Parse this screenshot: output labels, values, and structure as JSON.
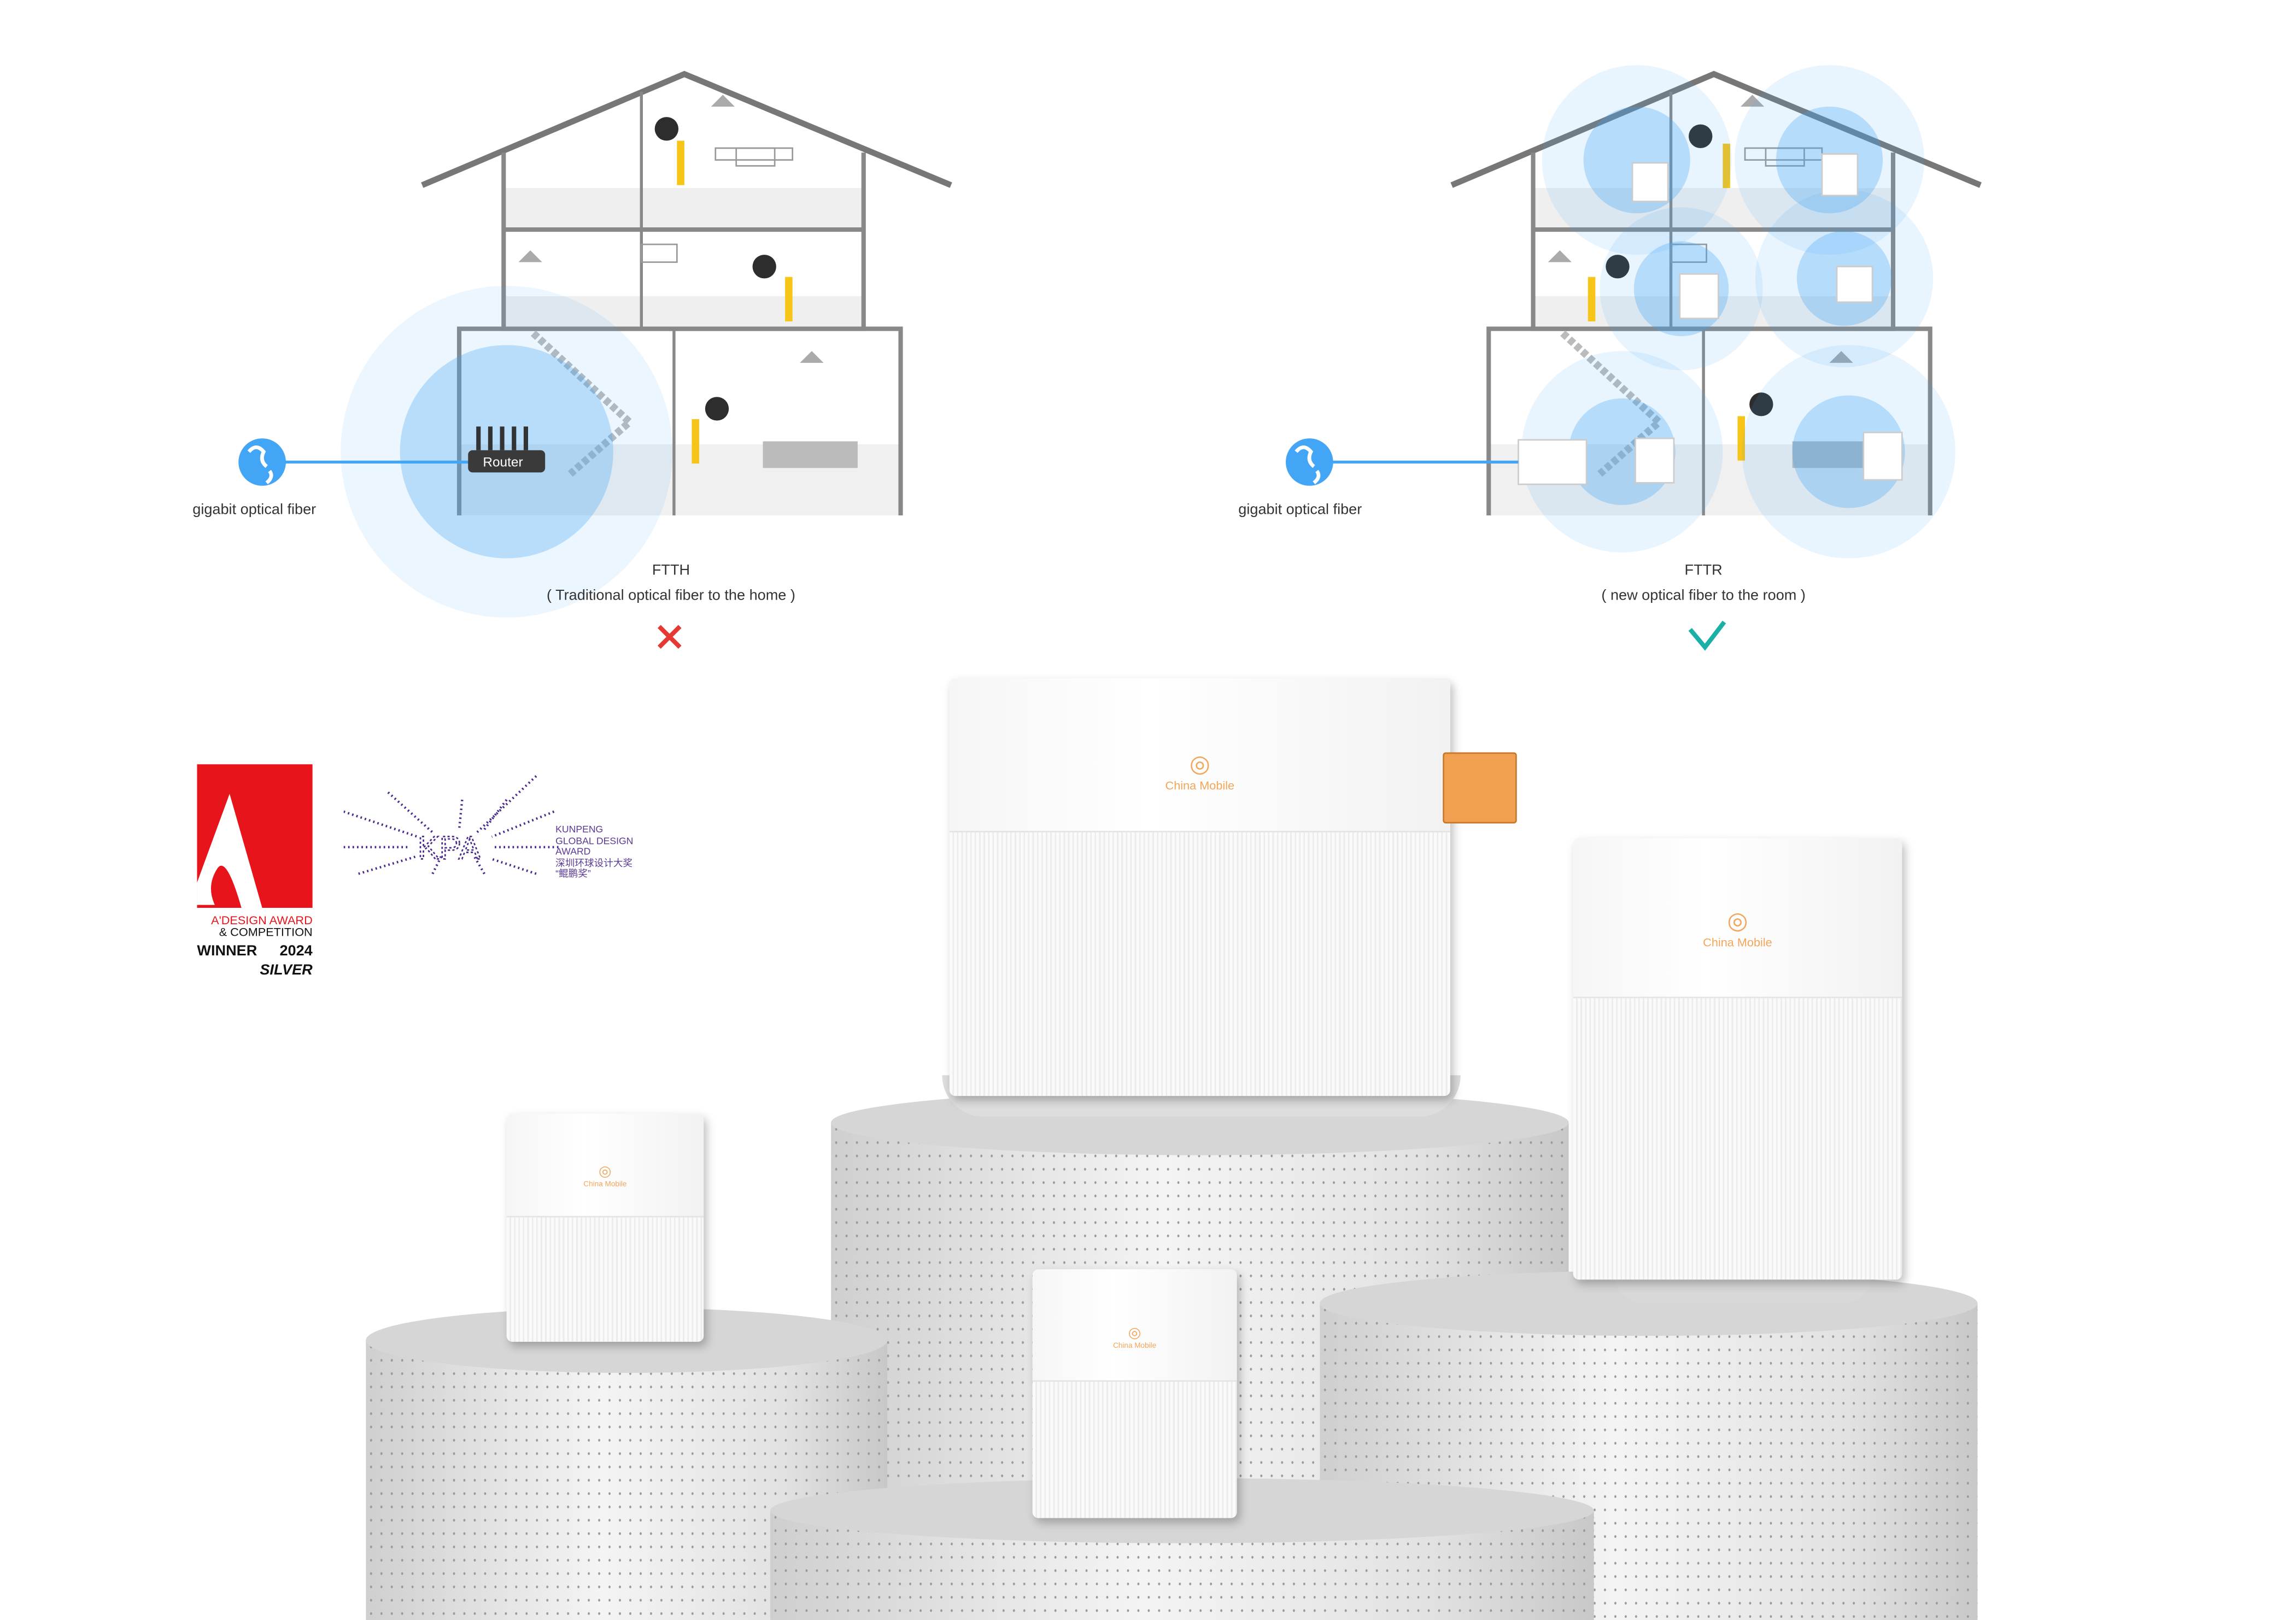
{
  "ftth": {
    "fiber_label": "gigabit optical fiber",
    "router_label": "Router",
    "title": "FTTH",
    "subtitle": "( Traditional optical fiber to the home )",
    "verdict_icon": "cross-icon",
    "verdict_color": "#e53935"
  },
  "fttr": {
    "fiber_label": "gigabit optical fiber",
    "title": "FTTR",
    "subtitle": "( new optical fiber to the room )",
    "verdict_icon": "check-icon",
    "verdict_color": "#1ab0a6"
  },
  "colors": {
    "signal": "#42a5f5",
    "brand_orange": "#f2a65a",
    "adesign_red": "#e8141b",
    "kpa_purple": "#4a2a8c"
  },
  "awards": {
    "adesign": {
      "line1": "A'DESIGN AWARD",
      "line2": "& COMPETITION",
      "winner": "WINNER",
      "year": "2024",
      "level": "SILVER"
    },
    "kpa": {
      "logo": "KPA",
      "line1": "KUNPENG",
      "line2": "GLOBAL DESIGN",
      "line3": "AWARD",
      "line4": "深圳环球设计大奖",
      "line5": "“鲲鹏奖”"
    }
  },
  "products": {
    "brand": "China Mobile"
  }
}
